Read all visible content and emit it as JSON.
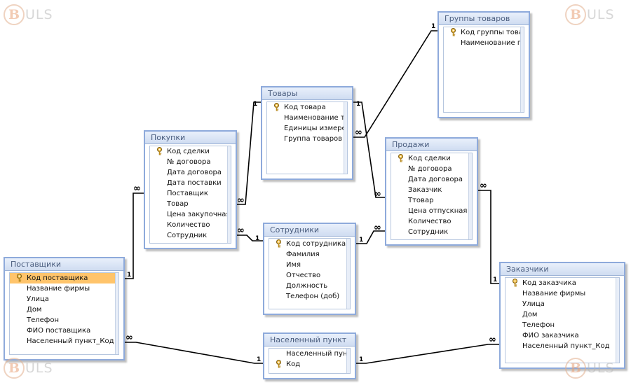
{
  "watermark": {
    "mark": "B",
    "text": "ULS"
  },
  "cardinality": {
    "one": "1",
    "many": "∞"
  },
  "tables": {
    "gruppy": {
      "title": "Группы товаров",
      "fields": [
        "Код группы товаров",
        "Наименование группы"
      ],
      "key_index": 0
    },
    "tovary": {
      "title": "Товары",
      "fields": [
        "Код товара",
        "Наименование товара",
        "Единицы измерения",
        "Группа товаров"
      ],
      "key_index": 0
    },
    "pokupki": {
      "title": "Покупки",
      "fields": [
        "Код сделки",
        "№ договора",
        "Дата договора",
        "Дата поставки",
        "Поставщик",
        "Товар",
        "Цена закупочная",
        "Количество",
        "Сотрудник"
      ],
      "key_index": 0
    },
    "prodazhi": {
      "title": "Продажи",
      "fields": [
        "Код сделки",
        "№ договора",
        "Дата договора",
        "Заказчик",
        "Ттовар",
        "Цена отпускная",
        "Количество",
        "Сотрудник"
      ],
      "key_index": 0
    },
    "sotrudniki": {
      "title": "Сотрудники",
      "fields": [
        "Код сотрудника",
        "Фамилия",
        "Имя",
        "Отчество",
        "Должность",
        "Телефон (доб)"
      ],
      "key_index": 0
    },
    "postavshiki": {
      "title": "Поставщики",
      "fields": [
        "Код поставщика",
        "Название фирмы",
        "Улица",
        "Дом",
        "Телефон",
        "ФИО поставщика",
        "Населенный пункт_Код"
      ],
      "key_index": 0,
      "selected_index": 0
    },
    "zakazchiki": {
      "title": "Заказчики",
      "fields": [
        "Код заказчика",
        "Название фирмы",
        "Улица",
        "Дом",
        "Телефон",
        "ФИО заказчика",
        "Населенный пункт_Код"
      ],
      "key_index": 0
    },
    "naselennyj": {
      "title": "Населенный пункт",
      "fields": [
        "Населенный пункт",
        "Код"
      ],
      "key_index": 1
    }
  },
  "relationships": [
    {
      "from": "gruppy",
      "to": "tovary",
      "one_side": "gruppy",
      "many_side": "tovary"
    },
    {
      "from": "tovary",
      "to": "pokupki",
      "one_side": "tovary",
      "many_side": "pokupki"
    },
    {
      "from": "tovary",
      "to": "prodazhi",
      "one_side": "tovary",
      "many_side": "prodazhi"
    },
    {
      "from": "postavshiki",
      "to": "pokupki",
      "one_side": "postavshiki",
      "many_side": "pokupki"
    },
    {
      "from": "sotrudniki",
      "to": "pokupki",
      "one_side": "sotrudniki",
      "many_side": "pokupki"
    },
    {
      "from": "sotrudniki",
      "to": "prodazhi",
      "one_side": "sotrudniki",
      "many_side": "prodazhi"
    },
    {
      "from": "zakazchiki",
      "to": "prodazhi",
      "one_side": "zakazchiki",
      "many_side": "prodazhi"
    },
    {
      "from": "naselennyj",
      "to": "postavshiki",
      "one_side": "naselennyj",
      "many_side": "postavshiki"
    },
    {
      "from": "naselennyj",
      "to": "zakazchiki",
      "one_side": "naselennyj",
      "many_side": "zakazchiki"
    }
  ]
}
